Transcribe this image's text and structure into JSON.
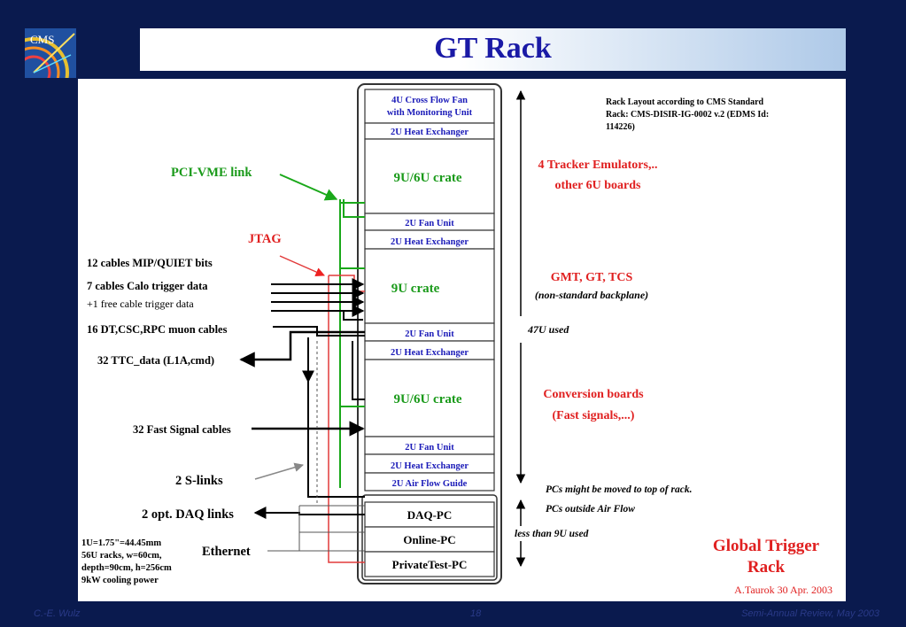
{
  "slide": {
    "title": "GT Rack",
    "logo_text": "CMS"
  },
  "rack": {
    "units": [
      {
        "key": "fan_top_1",
        "label": "4U Cross Flow Fan"
      },
      {
        "key": "fan_top_2",
        "label": "with Monitoring Unit"
      },
      {
        "key": "hx1",
        "label": "2U Heat Exchanger"
      },
      {
        "key": "crate1",
        "label": "9U/6U crate"
      },
      {
        "key": "fan1",
        "label": "2U Fan Unit"
      },
      {
        "key": "hx2",
        "label": "2U Heat Exchanger"
      },
      {
        "key": "crate2",
        "label": "9U crate"
      },
      {
        "key": "fan2",
        "label": "2U Fan Unit"
      },
      {
        "key": "hx3",
        "label": "2U Heat Exchanger"
      },
      {
        "key": "crate3",
        "label": "9U/6U crate"
      },
      {
        "key": "fan3",
        "label": "2U Fan Unit"
      },
      {
        "key": "hx4",
        "label": "2U Heat Exchanger"
      },
      {
        "key": "airflow",
        "label": "2U Air Flow Guide"
      },
      {
        "key": "daq_pc",
        "label": "DAQ-PC"
      },
      {
        "key": "online_pc",
        "label": "Online-PC"
      },
      {
        "key": "private_pc",
        "label": "PrivateTest-PC"
      }
    ]
  },
  "left_labels": {
    "pci_vme": "PCI-VME link",
    "jtag": "JTAG",
    "mip": "12 cables MIP/QUIET bits",
    "calo": "7 cables Calo trigger data",
    "free_cable": "+1 free cable trigger data",
    "muon": "16 DT,CSC,RPC muon cables",
    "ttc": "32 TTC_data (L1A,cmd)",
    "fast_signal": "32 Fast Signal cables",
    "slinks": "2 S-links",
    "daq_links": "2 opt. DAQ links",
    "ethernet": "Ethernet",
    "specs": [
      "1U=1.75\"=44.45mm",
      "56U racks, w=60cm,",
      "depth=90cm, h=256cm",
      "9kW cooling power"
    ]
  },
  "right_labels": {
    "standard": [
      "Rack Layout according to CMS Standard",
      "Rack: CMS-DISIR-IG-0002 v.2 (EDMS Id:",
      "114226)"
    ],
    "tracker_1": "4 Tracker Emulators,..",
    "tracker_2": "other 6U boards",
    "gmt": "GMT, GT, TCS",
    "nonstd": "(non-standard backplane)",
    "used": "47U used",
    "conv_1": "Conversion boards",
    "conv_2": "(Fast signals,...)",
    "pcs_moved": "PCs might be moved to top of rack.",
    "pcs_outside": "PCs outside Air Flow",
    "less_9u": "less than 9U used",
    "gtr_1": "Global Trigger",
    "gtr_2": "Rack",
    "author": "A.Taurok 30 Apr. 2003"
  },
  "footer": {
    "left": "C.-E. Wulz",
    "center": "18",
    "right": "Semi-Annual Review, May 2003"
  },
  "colors": {
    "background": "#0a1a4e",
    "title": "#1a1aa6",
    "rack_blue": "#1a1ab8",
    "crate_green": "#1a9a1a",
    "red": "#e02020",
    "green_line": "#1aa81a",
    "jtag_line": "#e23a3a"
  }
}
